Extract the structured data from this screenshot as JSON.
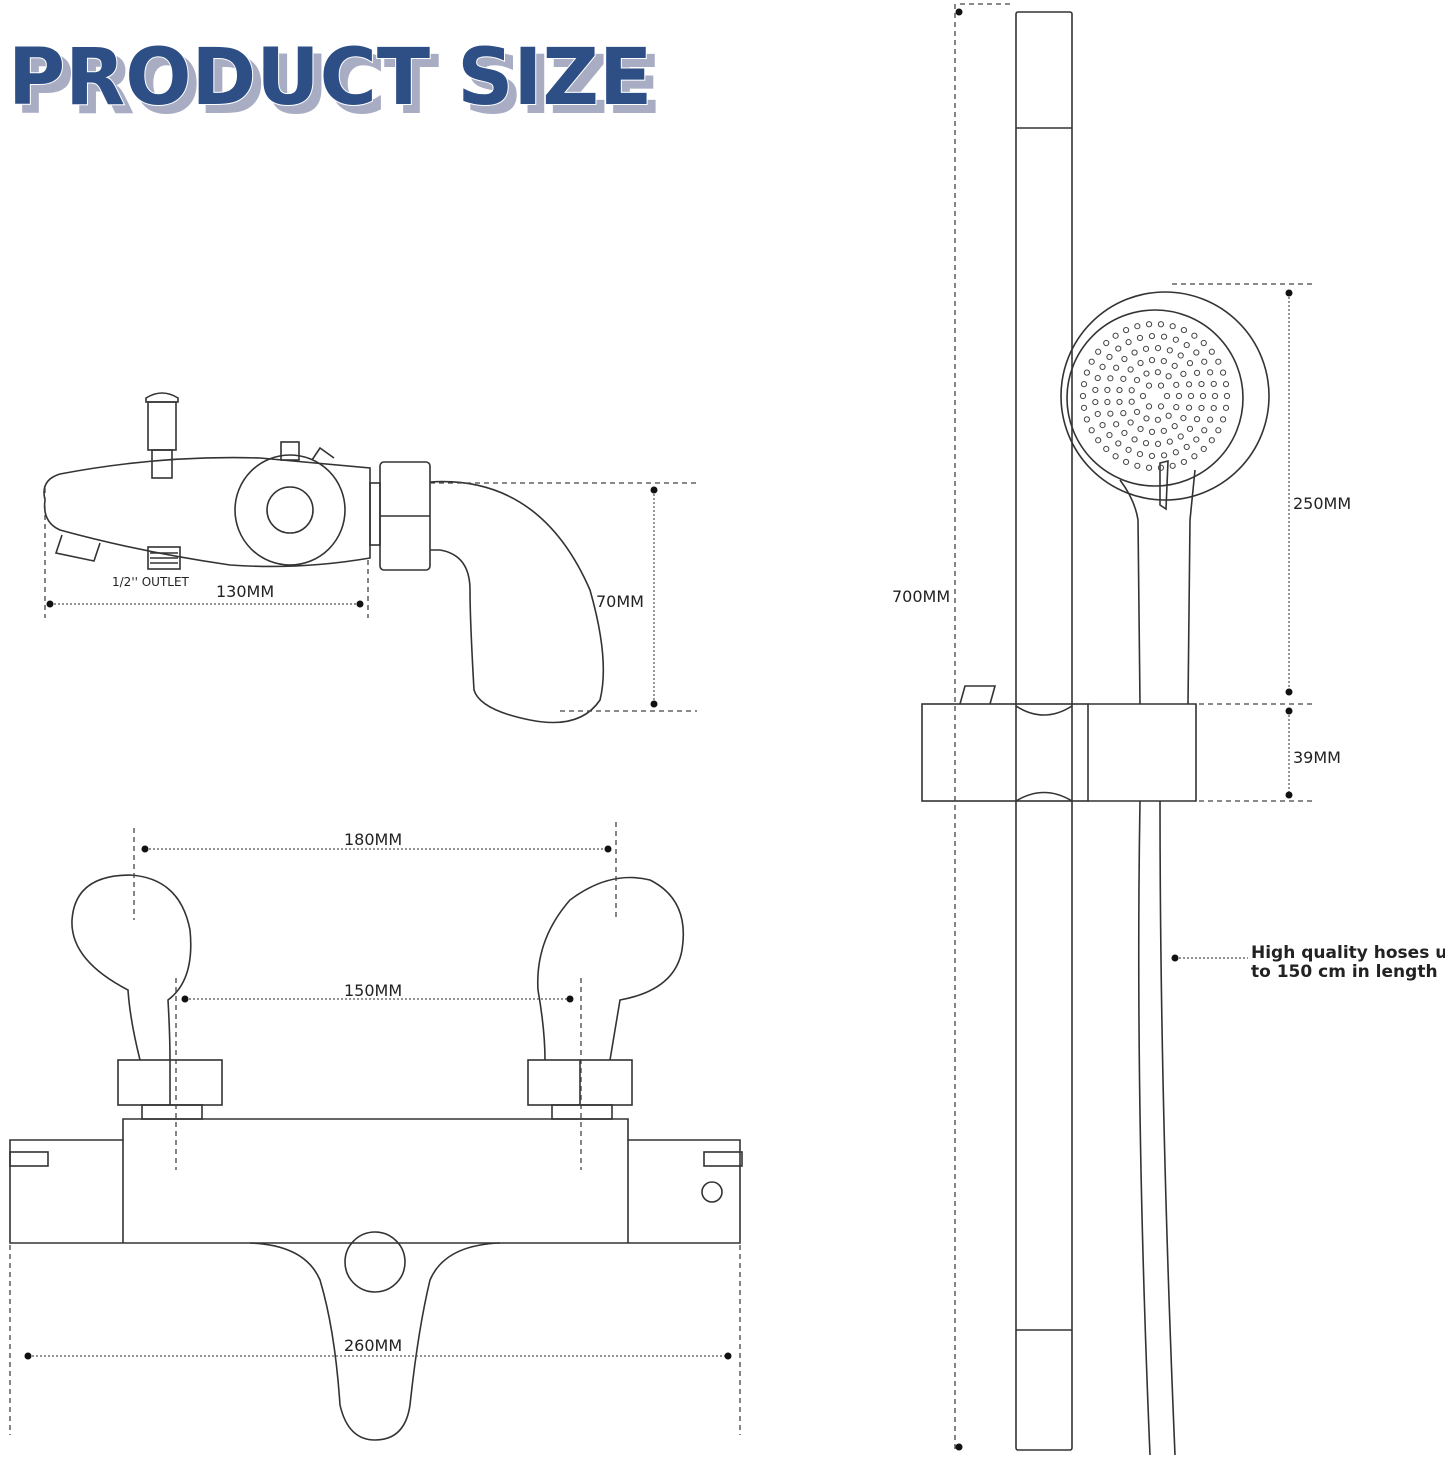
{
  "title": "PRODUCT SIZE",
  "colors": {
    "title": "#2d4f86",
    "title_shadow": "#a9adc4",
    "line": "#333333"
  },
  "spout": {
    "outlet_label": "1/2'' OUTLET",
    "width_label": "130MM",
    "height_label": "70MM"
  },
  "mixer": {
    "outer_spacing_label": "180MM",
    "inner_spacing_label": "150MM",
    "width_label": "260MM"
  },
  "riser": {
    "rail_length_label": "700MM",
    "handset_length_label": "250MM",
    "bracket_height_label": "39MM",
    "hose_note_line1": "High quality hoses up",
    "hose_note_line2": "to 150 cm in length"
  }
}
